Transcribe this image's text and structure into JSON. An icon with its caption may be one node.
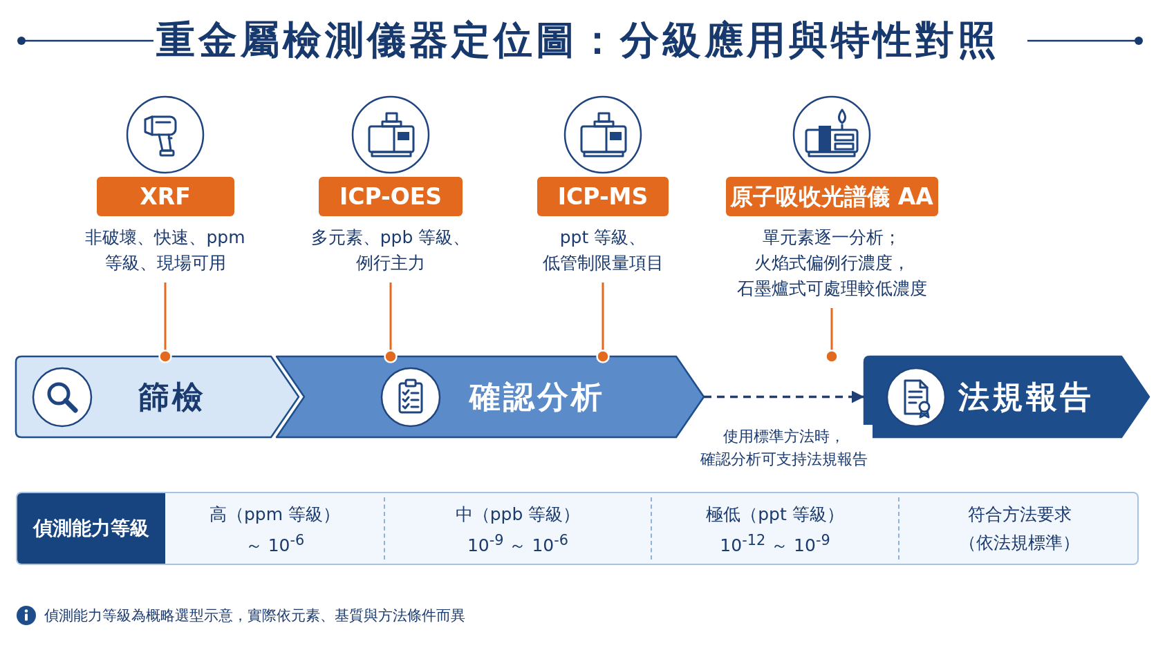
{
  "diagram": {
    "title": "重金屬檢測儀器定位圖：分級應用與特性對照",
    "nodes": [
      {
        "text": [
          "XRF"
        ],
        "beside": [
          "非破壞、快速、ppm 等級、現場可用"
        ]
      },
      {
        "text": [
          "ICP-OES"
        ],
        "beside": [
          "多元素、ppb 等級、例行主力"
        ]
      },
      {
        "text": [
          "ICP-MS"
        ],
        "beside": [
          "ppt 等級、低管制限量項目"
        ]
      },
      {
        "text": [
          "原子吸收光譜儀 AA"
        ],
        "beside": [
          "單元素逐一分析；火焰式偏例行濃度，石墨爐式可處理較低濃度"
        ]
      },
      {
        "text": [
          "篩檢"
        ]
      },
      {
        "text": [
          "確認分析"
        ]
      },
      {
        "text": [
          "法規報告"
        ]
      }
    ],
    "edges": [
      {
        "from": 0,
        "to": 4,
        "arrow": "other"
      },
      {
        "from": 1,
        "to": 5,
        "arrow": "other"
      },
      {
        "from": 2,
        "to": 5,
        "arrow": "other"
      },
      {
        "from": 3,
        "to": null,
        "arrow": "other"
      },
      {
        "from": 5,
        "to": 6,
        "arrow": "to",
        "label": "使用標準方法時，確認分析可支持法規報告",
        "style": "dashed",
        "color": "#1d3f73"
      }
    ],
    "labels": [
      "偵測能力等級",
      "高（ppm 等級）",
      "～ 10$^{-6}$",
      "中（ppb 等級）",
      "10$^{-9}$ ～ 10$^{-6}$",
      "極低（ppt 等級）",
      "10$^{-12}$ ～ 10$^{-9}$",
      "符合方法要求",
      "（依法規標準）",
      "偵測能力等級為概略選型示意，實際依元素、基質與方法條件而異"
    ]
  }
}
